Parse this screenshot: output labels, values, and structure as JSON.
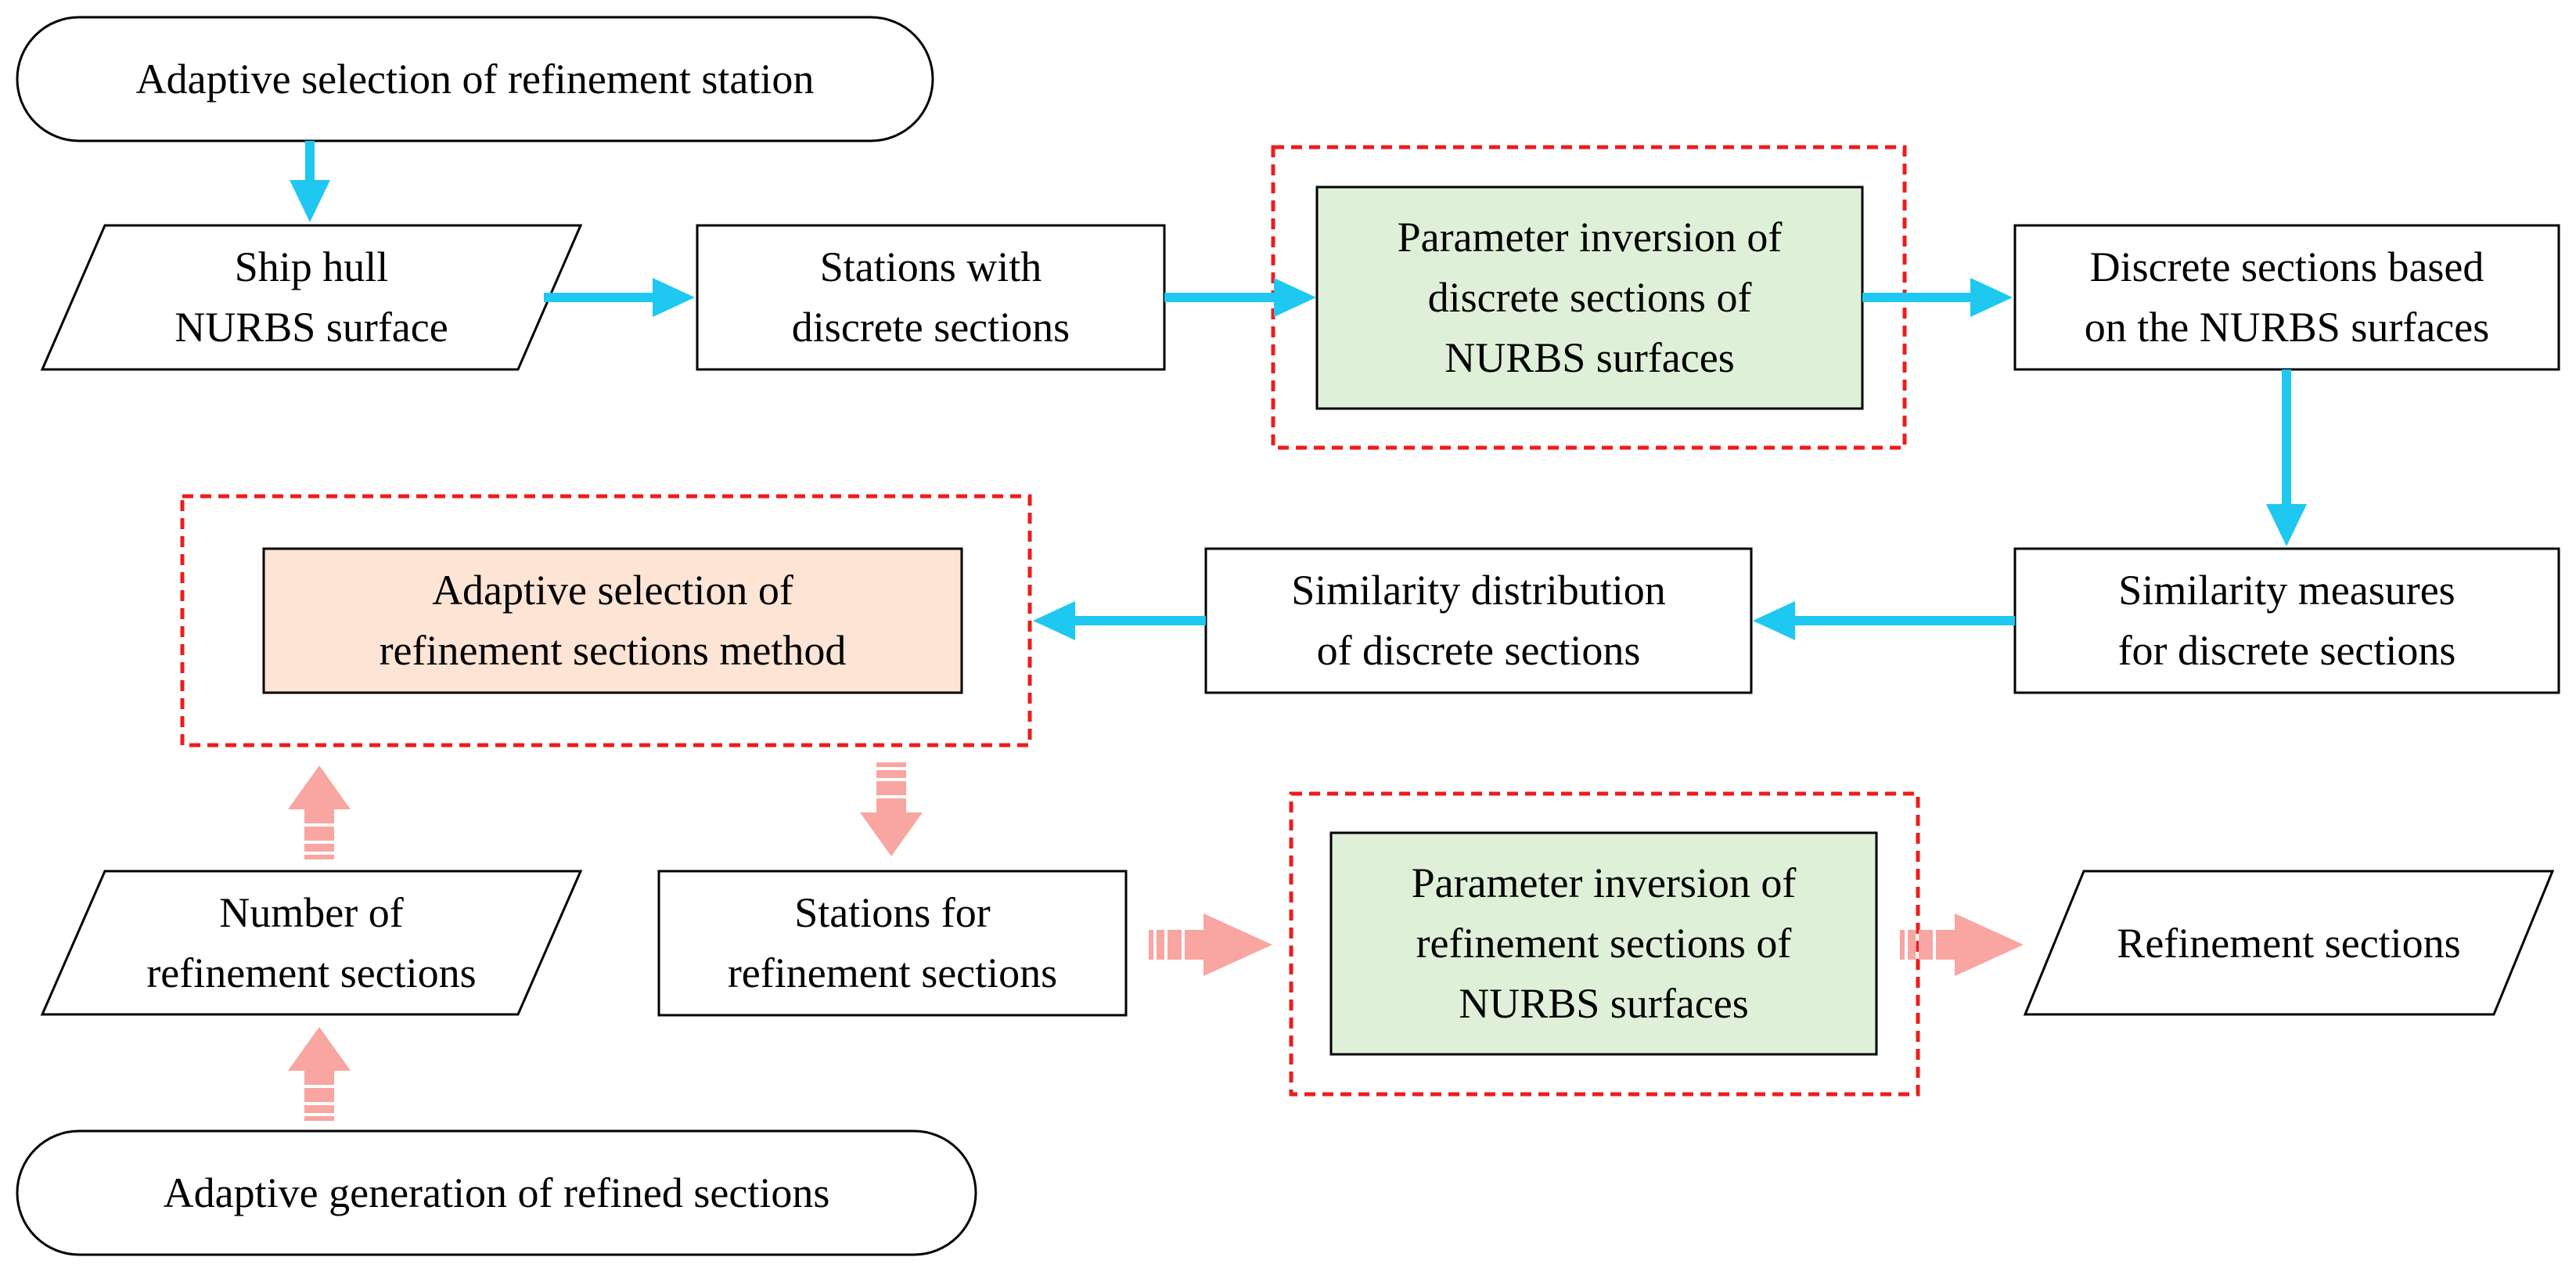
{
  "diagram": {
    "colors": {
      "stroke": "#000000",
      "flow_arrow": "#1ec8f0",
      "feedback_arrow": "#f9a5a2",
      "highlight_frame": "#ee1c1c",
      "green_fill": "#dff0d8",
      "orange_fill": "#fde4d4"
    },
    "nodes": {
      "station_start": "Adaptive selection of refinement station",
      "hull": "Ship hull\nNURBS surface",
      "stations_discrete": "Stations with\ndiscrete sections",
      "inversion_discrete": "Parameter inversion of\ndiscrete sections   of\nNURBS surfaces",
      "discrete_based": "Discrete sections based\non the NURBS surfaces",
      "similarity_measures": "Similarity measures\nfor discrete sections",
      "similarity_distribution": "Similarity distribution\nof discrete sections",
      "adaptive_method": "Adaptive selection of\nrefinement sections method",
      "number_refinement": "Number of\nrefinement sections",
      "stations_refinement": "Stations for\nrefinement sections",
      "inversion_refinement": "Parameter inversion of\nrefinement  sections of\nNURBS surfaces",
      "refinement_sections": "Refinement sections",
      "generation_start": "Adaptive generation of refined sections"
    }
  }
}
